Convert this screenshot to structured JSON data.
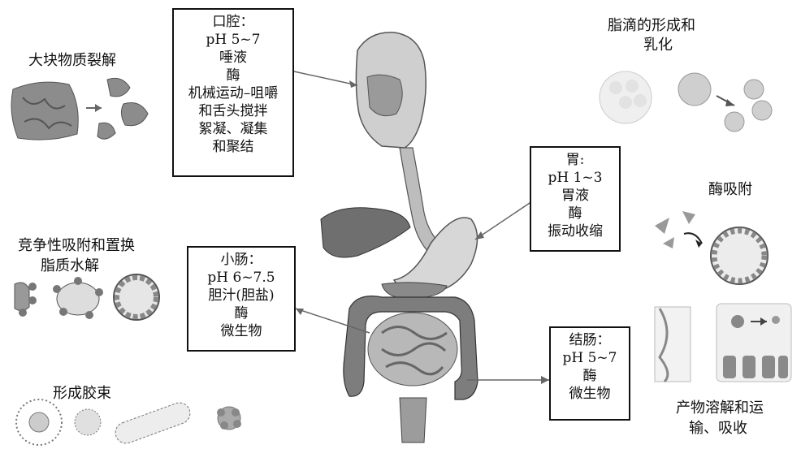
{
  "left_labels": {
    "breakdown": "大块物质裂解",
    "adsorption_line1": "竞争性吸附和置换",
    "adsorption_line2": "脂质水解",
    "micelle": "形成胶束"
  },
  "right_labels": {
    "droplet_line1": "脂滴的形成和",
    "droplet_line2": "乳化",
    "enzyme_adsorption": "酶吸附",
    "transport_line1": "产物溶解和运",
    "transport_line2": "输、吸收"
  },
  "boxes": {
    "mouth": [
      "口腔：",
      "pH 5~7",
      "唾液",
      "酶",
      "机械运动–咀嚼",
      "和舌头搅拌",
      "絮凝、凝集",
      "和聚结"
    ],
    "stomach": [
      "胃:",
      "pH 1~3",
      "胃液",
      "酶",
      "振动收缩"
    ],
    "small_intestine": [
      "小肠：",
      "pH 6~7.5",
      "胆汁(胆盐)",
      "酶",
      "微生物"
    ],
    "colon": [
      "结肠：",
      "pH 5~7",
      "酶",
      "微生物"
    ]
  }
}
